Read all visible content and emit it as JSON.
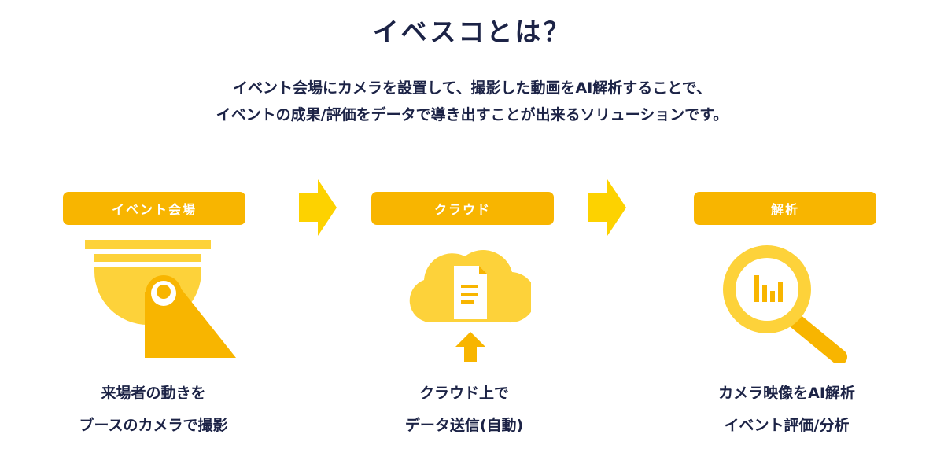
{
  "title": "イベスコとは？",
  "intro": {
    "line1": "イベント会場にカメラを設置して、撮影した動画をAI解析することで、",
    "line2": "イベントの成果/評価をデータで導き出すことが出来るソリューションです。"
  },
  "steps": [
    {
      "label": "イベント会場",
      "icon": "camera-icon",
      "desc1": "来場者の動きを",
      "desc2": "ブースのカメラで撮影"
    },
    {
      "label": "クラウド",
      "icon": "cloud-upload-icon",
      "desc1": "クラウド上で",
      "desc2": "データ送信(自動)"
    },
    {
      "label": "解析",
      "icon": "magnifier-chart-icon",
      "desc1": "カメラ映像をAI解析",
      "desc2": "イベント評価/分析"
    }
  ],
  "colors": {
    "primary_yellow": "#f8b500",
    "light_yellow": "#fdd23a",
    "arrow_yellow": "#fdd200",
    "text_navy": "#1c2346"
  }
}
